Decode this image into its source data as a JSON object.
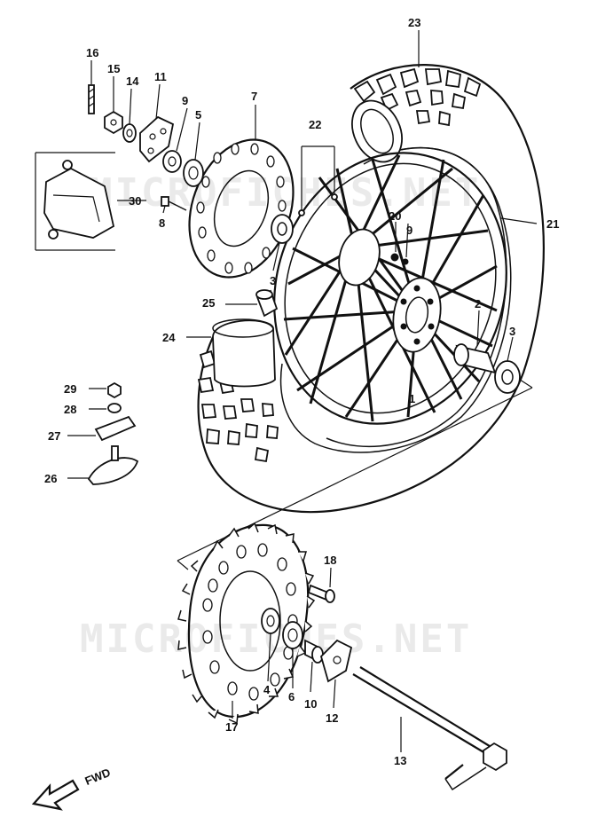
{
  "diagram": {
    "watermark": "MICROFICHES.NET",
    "direction_label": "FWD",
    "callouts": {
      "n1": "1",
      "n2": "2",
      "n3a": "3",
      "n3b": "3",
      "n4": "4",
      "n5": "5",
      "n6": "6",
      "n7": "7",
      "n8": "8",
      "n9a": "9",
      "n9b": "9",
      "n10": "10",
      "n11": "11",
      "n12": "12",
      "n13": "13",
      "n14": "14",
      "n15": "15",
      "n16": "16",
      "n17": "17",
      "n18": "18",
      "n20": "20",
      "n21": "21",
      "n22": "22",
      "n23": "23",
      "n24": "24",
      "n25": "25",
      "n26": "26",
      "n27": "27",
      "n28": "28",
      "n29": "29",
      "n30": "30"
    }
  }
}
